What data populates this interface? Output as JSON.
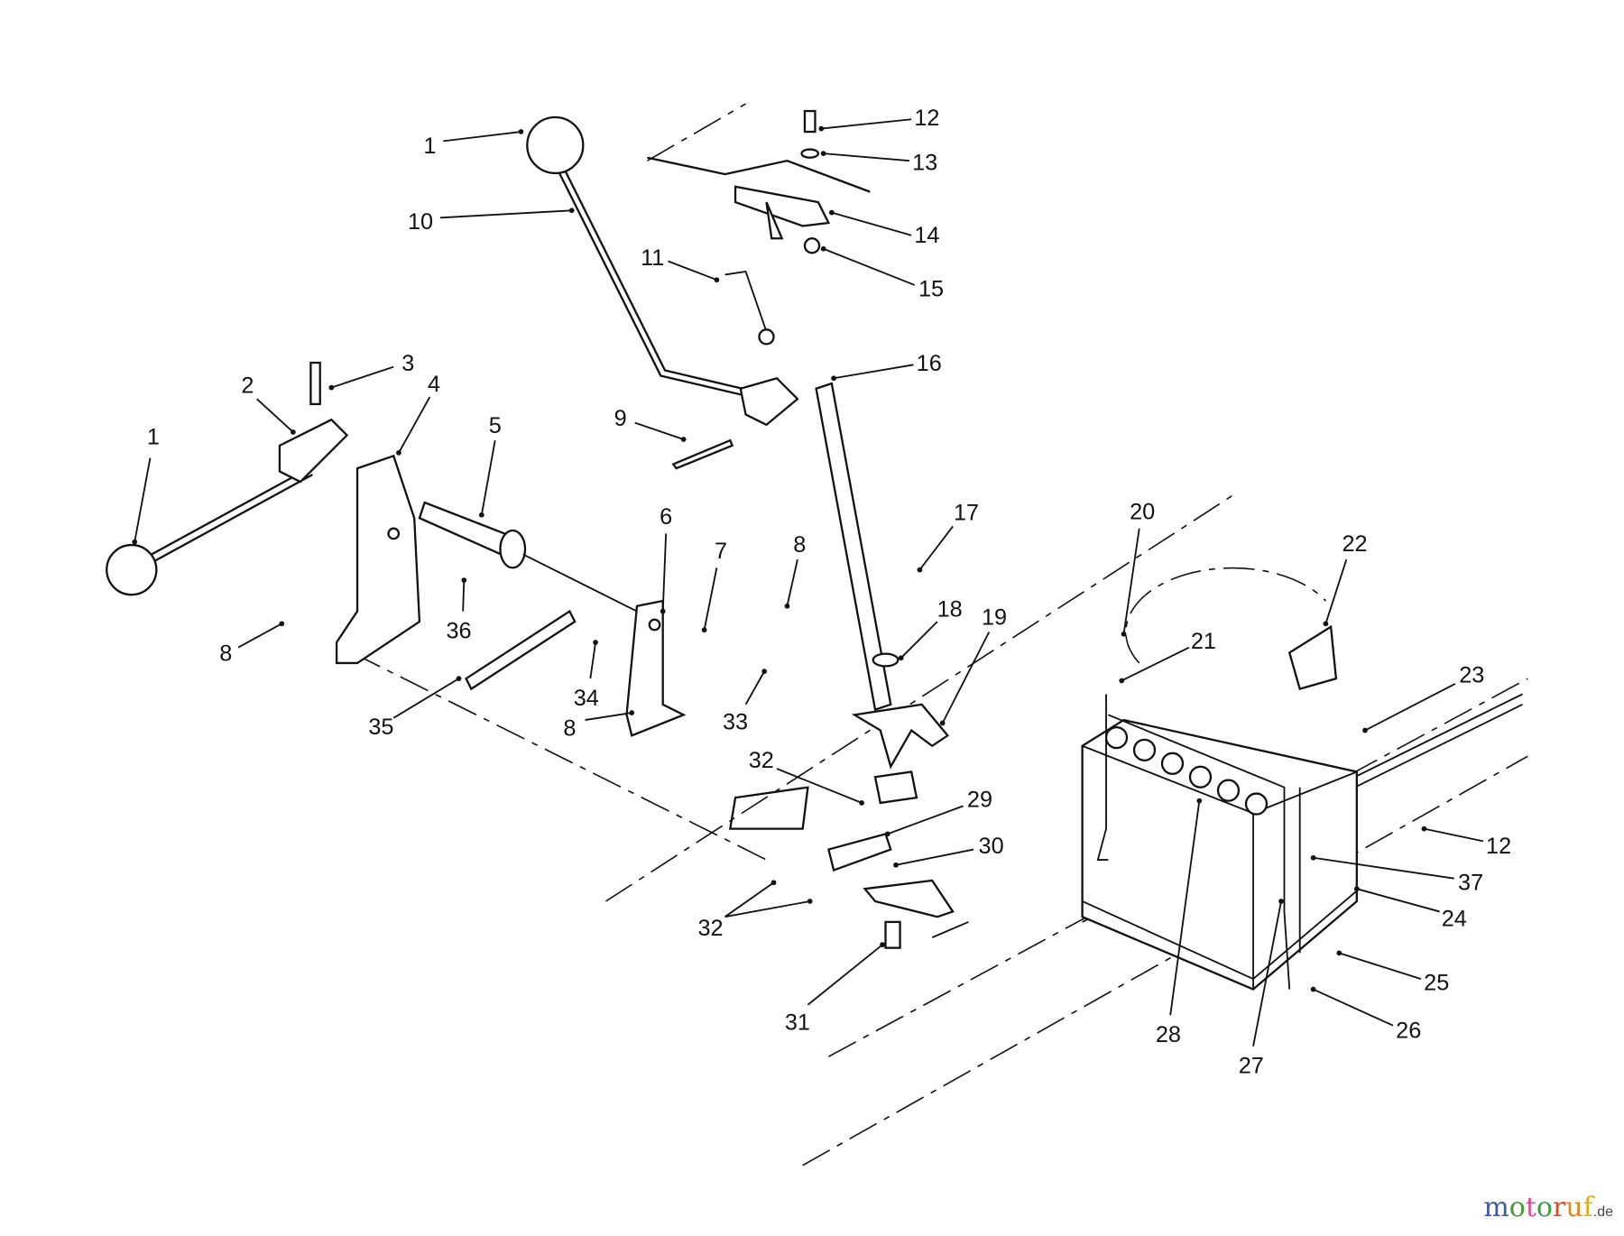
{
  "title": "Shift lever, brake linkage and battery exploded parts diagram",
  "callouts": [
    "1",
    "10",
    "11",
    "12",
    "13",
    "14",
    "15",
    "16",
    "9",
    "3",
    "2",
    "4",
    "1",
    "5",
    "6",
    "7",
    "8",
    "17",
    "20",
    "22",
    "18",
    "19",
    "21",
    "23",
    "8",
    "36",
    "34",
    "33",
    "35",
    "8",
    "32",
    "29",
    "30",
    "12",
    "37",
    "24",
    "32",
    "25",
    "26",
    "31",
    "28",
    "27"
  ],
  "watermark": {
    "letters": [
      "m",
      "o",
      "t",
      "o",
      "r",
      "u",
      "f"
    ],
    "suffix": ".de",
    "colors": [
      "#3a5aa8",
      "#4a9a3a",
      "#e04a9a",
      "#3aa04a",
      "#e04a2a",
      "#e08a1a",
      "#e0b01a"
    ]
  }
}
